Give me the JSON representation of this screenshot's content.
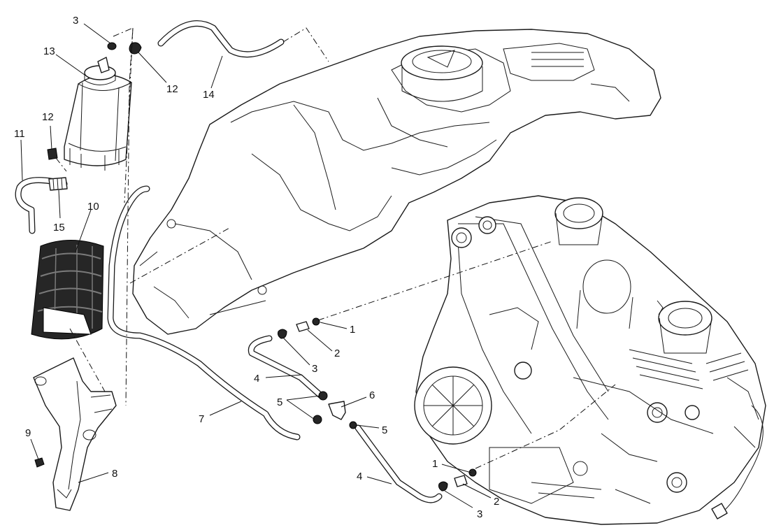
{
  "callouts": [
    {
      "id": "c-3a",
      "text": "3"
    },
    {
      "id": "c-13",
      "text": "13"
    },
    {
      "id": "c-12a",
      "text": "12"
    },
    {
      "id": "c-14",
      "text": "14"
    },
    {
      "id": "c-12b",
      "text": "12"
    },
    {
      "id": "c-11",
      "text": "11"
    },
    {
      "id": "c-15",
      "text": "15"
    },
    {
      "id": "c-10",
      "text": "10"
    },
    {
      "id": "c-9",
      "text": "9"
    },
    {
      "id": "c-8",
      "text": "8"
    },
    {
      "id": "c-7",
      "text": "7"
    },
    {
      "id": "c-1a",
      "text": "1"
    },
    {
      "id": "c-2a",
      "text": "2"
    },
    {
      "id": "c-3b",
      "text": "3"
    },
    {
      "id": "c-4a",
      "text": "4"
    },
    {
      "id": "c-5a",
      "text": "5"
    },
    {
      "id": "c-6",
      "text": "6"
    },
    {
      "id": "c-5b",
      "text": "5"
    },
    {
      "id": "c-4b",
      "text": "4"
    },
    {
      "id": "c-1b",
      "text": "1"
    },
    {
      "id": "c-2b",
      "text": "2"
    },
    {
      "id": "c-3c",
      "text": "3"
    }
  ]
}
